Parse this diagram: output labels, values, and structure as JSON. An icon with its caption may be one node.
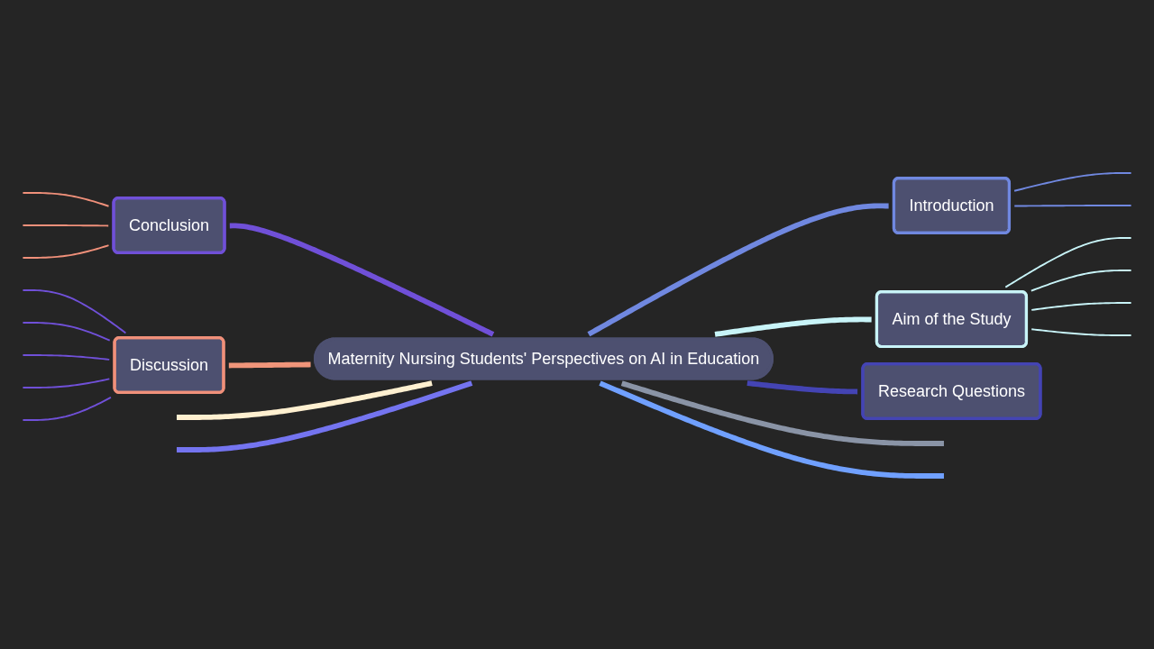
{
  "diagram": {
    "nodes": [
      {
        "text": [
          "Maternity Nursing Students' Perspectives on AI in Education"
        ]
      },
      {
        "text": [
          "Introduction"
        ]
      },
      {
        "text": [
          "Aim of the Study"
        ]
      },
      {
        "text": [
          "Research Questions"
        ]
      },
      {
        "text": [
          "Conclusion"
        ]
      },
      {
        "text": [
          "Discussion"
        ]
      }
    ],
    "edges": [
      {
        "from": 0,
        "to": 1,
        "arrow": "none",
        "style": "thick",
        "color": "#7088e0"
      },
      {
        "from": 0,
        "to": 2,
        "arrow": "none",
        "style": "thick",
        "color": "#c8f4f8"
      },
      {
        "from": 0,
        "to": 3,
        "arrow": "none",
        "style": "thick",
        "color": "#4444b4"
      },
      {
        "from": 4,
        "to": 0,
        "arrow": "none",
        "style": "thick",
        "color": "#7050d8"
      },
      {
        "from": 5,
        "to": 0,
        "arrow": "none",
        "style": "thick",
        "color": "#f0957a"
      },
      {
        "from": null,
        "to": 0,
        "arrow": "none",
        "style": "thick",
        "color": "#fff0d0"
      },
      {
        "from": null,
        "to": 0,
        "arrow": "none",
        "style": "thick",
        "color": "#7474f0"
      },
      {
        "from": 0,
        "to": null,
        "arrow": "none",
        "style": "thick",
        "color": "#8a94a6"
      },
      {
        "from": 0,
        "to": null,
        "arrow": "none",
        "style": "thick",
        "color": "#70a0ff"
      },
      {
        "from": 1,
        "to": null,
        "arrow": "none",
        "color": "#7088e0"
      },
      {
        "from": 1,
        "to": null,
        "arrow": "none",
        "color": "#7088e0"
      },
      {
        "from": 2,
        "to": null,
        "arrow": "none",
        "color": "#c8f4f8"
      },
      {
        "from": 2,
        "to": null,
        "arrow": "none",
        "color": "#c8f4f8"
      },
      {
        "from": 2,
        "to": null,
        "arrow": "none",
        "color": "#c8f4f8"
      },
      {
        "from": 2,
        "to": null,
        "arrow": "none",
        "color": "#c8f4f8"
      },
      {
        "from": null,
        "to": 4,
        "arrow": "none",
        "color": "#f0907a"
      },
      {
        "from": null,
        "to": 4,
        "arrow": "none",
        "color": "#f0907a"
      },
      {
        "from": null,
        "to": 4,
        "arrow": "none",
        "color": "#f0907a"
      },
      {
        "from": null,
        "to": 5,
        "arrow": "none",
        "color": "#7050d8"
      },
      {
        "from": null,
        "to": 5,
        "arrow": "none",
        "color": "#7050d8"
      },
      {
        "from": null,
        "to": 5,
        "arrow": "none",
        "color": "#7050d8"
      },
      {
        "from": null,
        "to": 5,
        "arrow": "none",
        "color": "#7050d8"
      },
      {
        "from": null,
        "to": 5,
        "arrow": "none",
        "color": "#7050d8"
      }
    ]
  }
}
